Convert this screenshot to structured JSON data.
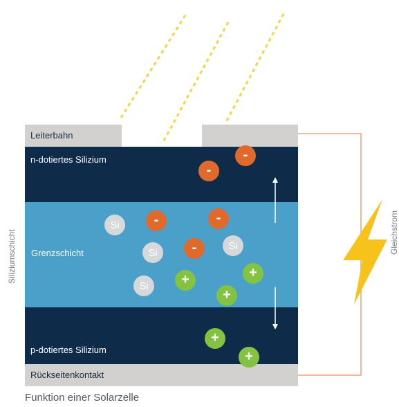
{
  "labels": {
    "leiterbahn": "Leiterbahn",
    "n_layer": "n-dotiertes Silizium",
    "grenzschicht": "Grenzschicht",
    "p_layer": "p-dotiertes Silizium",
    "rueckseitenkontakt": "Rückseitenkontakt",
    "siliziumschicht": "Siliziumschicht",
    "gleichstrom": "Gleichstrom",
    "caption": "Funktion einer Solarzelle"
  },
  "particles": {
    "minus_symbol": "-",
    "plus_symbol": "+",
    "si_symbol": "Si"
  },
  "colors": {
    "dark_layer": "#0e2c4a",
    "junction_layer": "#4aa0c9",
    "contact": "#d3d1cf",
    "electron": "#e06a2b",
    "hole": "#83c341",
    "silicon_atom": "#d7d8da",
    "sun_ray": "#f2d54a",
    "lightning": "#f7c21b",
    "circuit_wire": "#e8a07a"
  }
}
